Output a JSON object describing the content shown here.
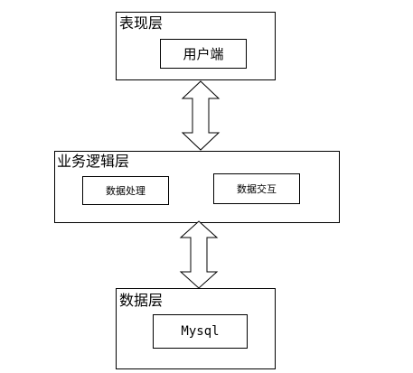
{
  "layers": {
    "presentation": {
      "title": "表现层",
      "client": "用户端"
    },
    "business": {
      "title": "业务逻辑层",
      "processing": "数据处理",
      "exchange": "数据交互"
    },
    "data": {
      "title": "数据层",
      "db": "Mysql"
    }
  },
  "connectors": [
    "double-arrow-icon",
    "double-arrow-icon"
  ]
}
